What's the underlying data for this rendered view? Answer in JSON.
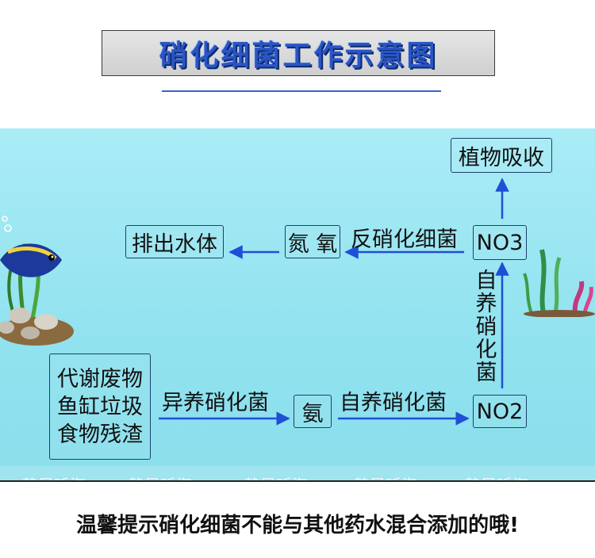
{
  "title": "硝化细菌工作示意图",
  "nodes": {
    "plant_absorb": "植物吸收",
    "discharge": "排出水体",
    "nitrogen": "氮 氧",
    "no3": "NO3",
    "waste_lines": [
      "代谢废物",
      "鱼缸垃圾",
      "食物残渣"
    ],
    "ammonia": "氨",
    "no2": "NO2"
  },
  "edges": {
    "denitrifying": "反硝化细菌",
    "autotrophic_vertical": [
      "自",
      "养",
      "硝",
      "化",
      "菌"
    ],
    "heterotrophic": "异养硝化菌",
    "autotrophic": "自养硝化菌"
  },
  "watermark": "静风听海",
  "footer": "温馨提示硝化细菌不能与其他药水混合添加的哦!",
  "colors": {
    "arrow": "#1f4fd6",
    "water": "#97e4f0",
    "title": "#2a55c4"
  }
}
